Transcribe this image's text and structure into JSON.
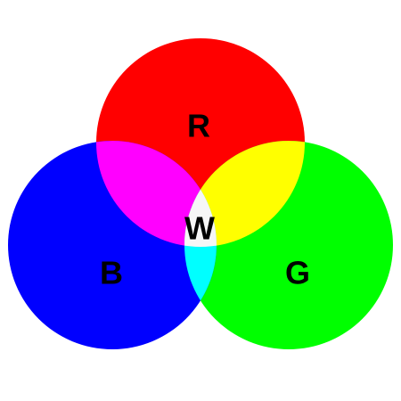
{
  "diagram": {
    "labels": {
      "red": "R",
      "green": "G",
      "blue": "B",
      "white": "W"
    },
    "colors": {
      "background": "#ffffff",
      "red": "#ff0000",
      "green": "#00ff00",
      "blue": "#0000ff",
      "magenta": "#ff00ff",
      "yellow": "#ffff00",
      "cyan": "#00ffff",
      "white": "#f6f6f6",
      "label": "#000000"
    }
  }
}
